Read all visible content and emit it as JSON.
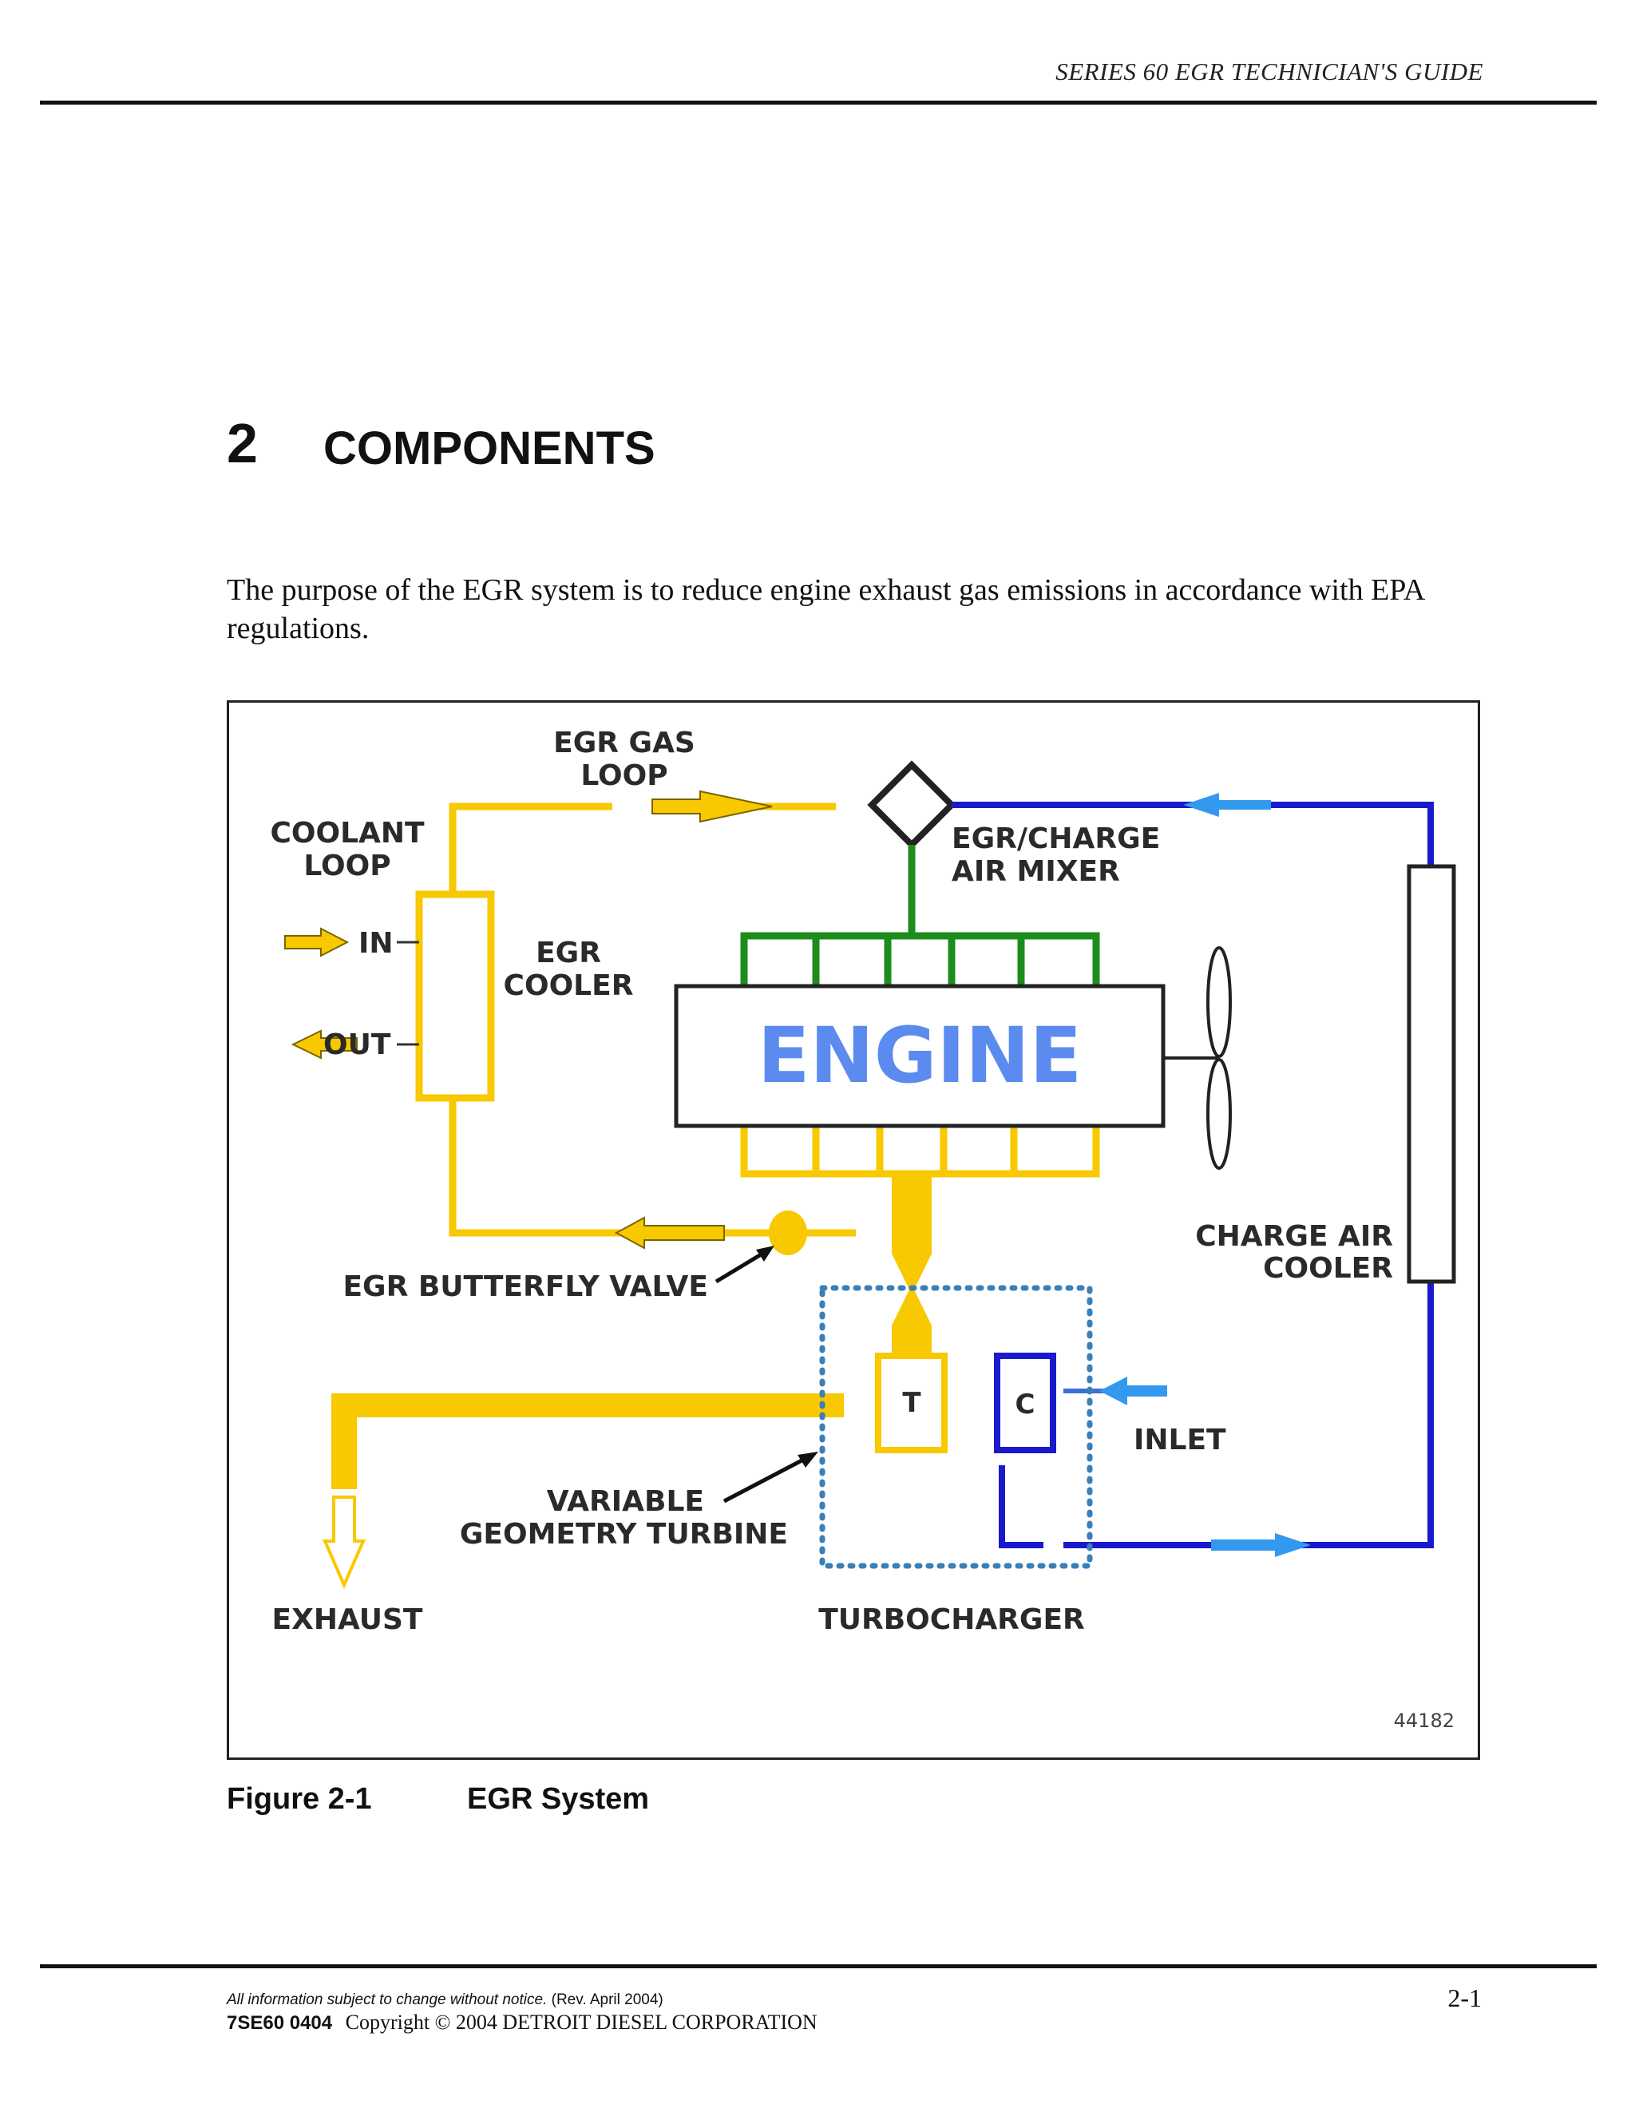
{
  "header": {
    "title": "SERIES 60 EGR TECHNICIAN'S GUIDE"
  },
  "chapter": {
    "number": "2",
    "title": "COMPONENTS"
  },
  "intro": "The purpose of the EGR system is to reduce engine exhaust gas emissions in accordance with EPA regulations.",
  "figure": {
    "labels": {
      "egr_gas_loop_1": "EGR GAS",
      "egr_gas_loop_2": "LOOP",
      "coolant_loop_1": "COOLANT",
      "coolant_loop_2": "LOOP",
      "in": "IN",
      "out": "OUT",
      "egr_cooler_1": "EGR",
      "egr_cooler_2": "COOLER",
      "mixer_1": "EGR/CHARGE",
      "mixer_2": "AIR MIXER",
      "engine": "ENGINE",
      "cac_1": "CHARGE  AIR",
      "cac_2": "COOLER",
      "butterfly": "EGR BUTTERFLY  VALVE",
      "turbine": "T",
      "compressor": "C",
      "inlet": "INLET",
      "vgt_1": "VARIABLE",
      "vgt_2": "GEOMETRY TURBINE",
      "exhaust": "EXHAUST",
      "turbocharger": "TURBOCHARGER",
      "ref": "44182"
    },
    "colors": {
      "exhaust_yellow": "#F8C800",
      "charge_blue": "#1A1ACC",
      "arrow_blue": "#3399EE",
      "mixer_green": "#1C8C1C",
      "engine_text": "#5B8BEF",
      "turbo_dotted": "#3A7FB8"
    }
  },
  "caption": {
    "number": "Figure 2-1",
    "title": "EGR System"
  },
  "footer": {
    "note": "All information subject to change without notice.",
    "revision": "(Rev. April 2004)",
    "code": "7SE60  0404",
    "copyright": "Copyright © 2004 DETROIT DIESEL CORPORATION",
    "page": "2-1"
  }
}
